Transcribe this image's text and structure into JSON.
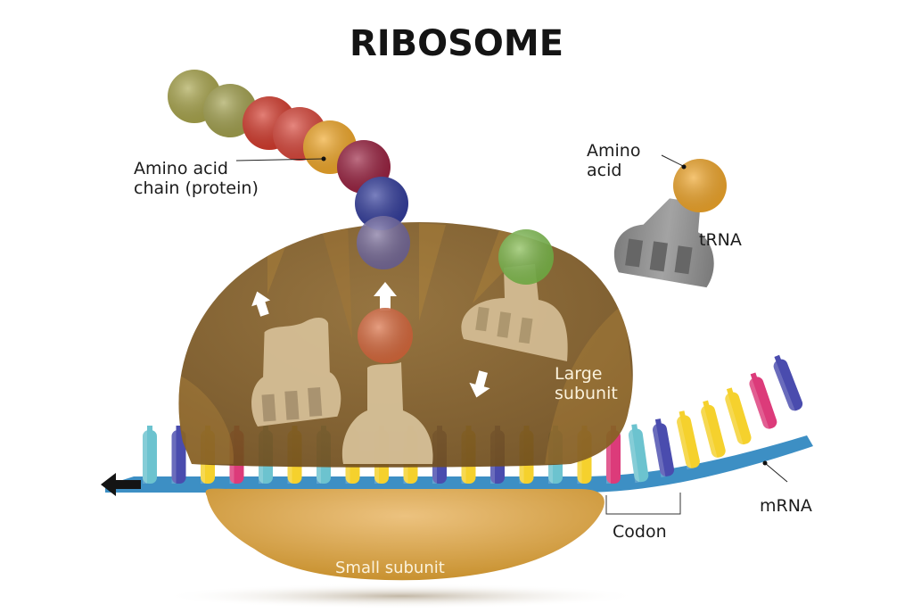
{
  "title": "RIBOSOME",
  "labels": {
    "amino_acid_chain": "Amino acid\nchain (protein)",
    "amino_acid": "Amino\nacid",
    "trna": "tRNA",
    "large_subunit": "Large\nsubunit",
    "small_subunit": "Small subunit",
    "codon": "Codon",
    "mrna": "mRNA"
  },
  "colors": {
    "large_subunit": "#8a6128",
    "small_subunit": "#d39e45",
    "mrna_strand": "#3d8fc4",
    "trna_in_ribosome": "#d8c29a",
    "free_trna": "#8c8c8c",
    "free_amino_acid": "#f0a62a"
  },
  "protein_chain": [
    {
      "name": "olive-1",
      "color": "#a9a54c"
    },
    {
      "name": "olive-2",
      "color": "#a3a14e"
    },
    {
      "name": "red-1",
      "color": "#d43a2c"
    },
    {
      "name": "red-2",
      "color": "#d9463a"
    },
    {
      "name": "orange",
      "color": "#f0a728"
    },
    {
      "name": "maroon",
      "color": "#9a2140"
    },
    {
      "name": "blue",
      "color": "#323c9c"
    },
    {
      "name": "violet-in-ribosome",
      "color": "#7268a8"
    }
  ],
  "ribosome_amino_acids": [
    {
      "name": "orange-red-amino-acid",
      "color": "#e0683c"
    },
    {
      "name": "green-amino-acid",
      "color": "#7cc04a"
    }
  ],
  "arrows": [
    {
      "name": "exit-arrow-left",
      "direction": "up"
    },
    {
      "name": "exit-arrow-center",
      "direction": "up"
    },
    {
      "name": "entry-arrow",
      "direction": "down"
    }
  ],
  "mrna_bases": [
    {
      "color": "#6cc3cf"
    },
    {
      "color": "#4a4cae"
    },
    {
      "color": "#f5d12d"
    },
    {
      "color": "#dc3b7a"
    },
    {
      "color": "#6cc3cf"
    },
    {
      "color": "#f5d12d"
    },
    {
      "color": "#6cc3cf"
    },
    {
      "color": "#f5d12d"
    },
    {
      "color": "#f5d12d"
    },
    {
      "color": "#f5d12d"
    },
    {
      "color": "#4a4cae"
    },
    {
      "color": "#f5d12d"
    },
    {
      "color": "#4a4cae"
    },
    {
      "color": "#f5d12d"
    },
    {
      "color": "#6cc3cf"
    },
    {
      "color": "#f5d12d"
    },
    {
      "color": "#dc3b7a"
    },
    {
      "color": "#6cc3cf"
    },
    {
      "color": "#4a4cae"
    },
    {
      "color": "#f5d12d"
    },
    {
      "color": "#f5d12d"
    },
    {
      "color": "#f5d12d"
    },
    {
      "color": "#dc3b7a"
    },
    {
      "color": "#4a4cae"
    }
  ]
}
